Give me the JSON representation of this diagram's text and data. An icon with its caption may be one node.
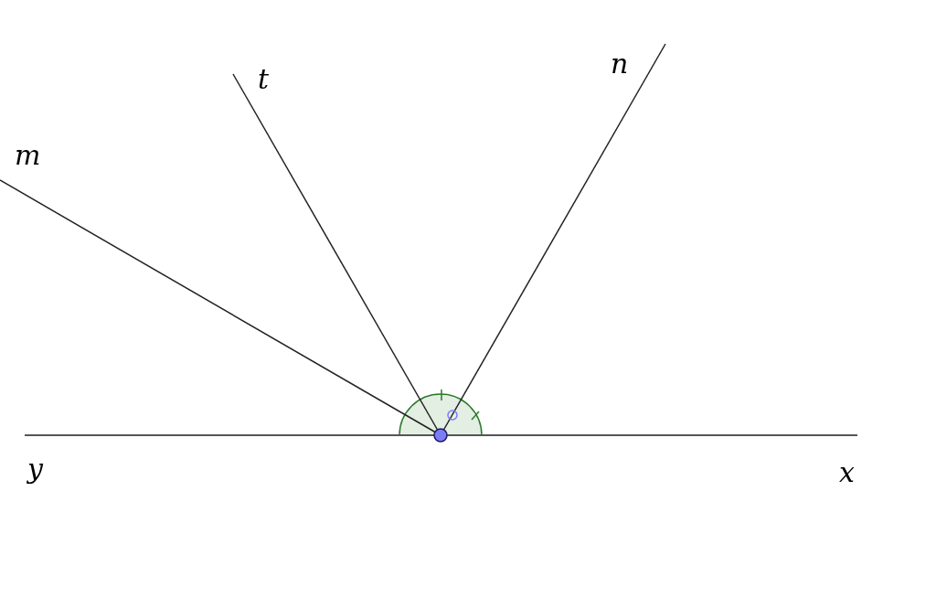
{
  "diagram": {
    "labels": [
      "n",
      "t",
      "m",
      "y",
      "x"
    ]
  }
}
